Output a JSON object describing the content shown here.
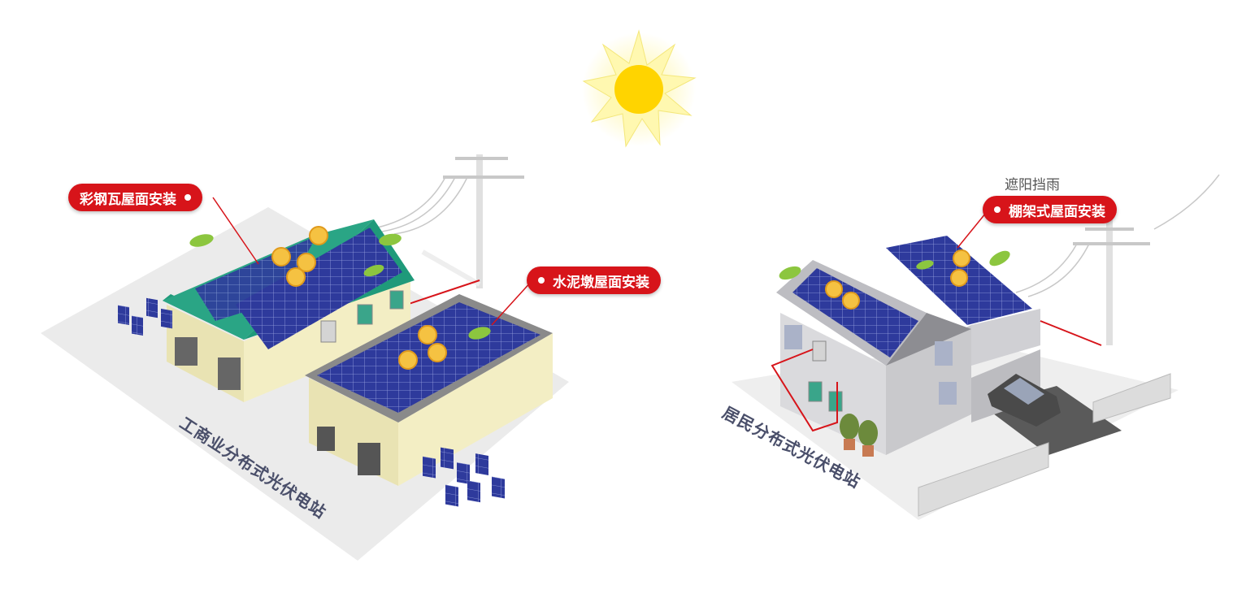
{
  "labels": {
    "color_steel_roof": "彩钢瓦屋面安装",
    "cement_pier_roof": "水泥墩屋面安装",
    "shade_rain": "遮阳挡雨",
    "shed_roof": "棚架式屋面安装",
    "commercial_station": "工商业分布式光伏电站",
    "residential_station": "居民分布式光伏电站"
  },
  "colors": {
    "accent_red": "#d7141a",
    "panel_blue": "#2e3a9c",
    "wall_cream": "#f3eec4",
    "roof_green": "#1f9a7a",
    "sun_yellow": "#ffd400",
    "house_gray": "#c9c9cc"
  },
  "icons": [
    "sun-icon",
    "leaf-icon",
    "coin-icon",
    "utility-pole-icon",
    "car-icon",
    "potted-plant-icon"
  ]
}
